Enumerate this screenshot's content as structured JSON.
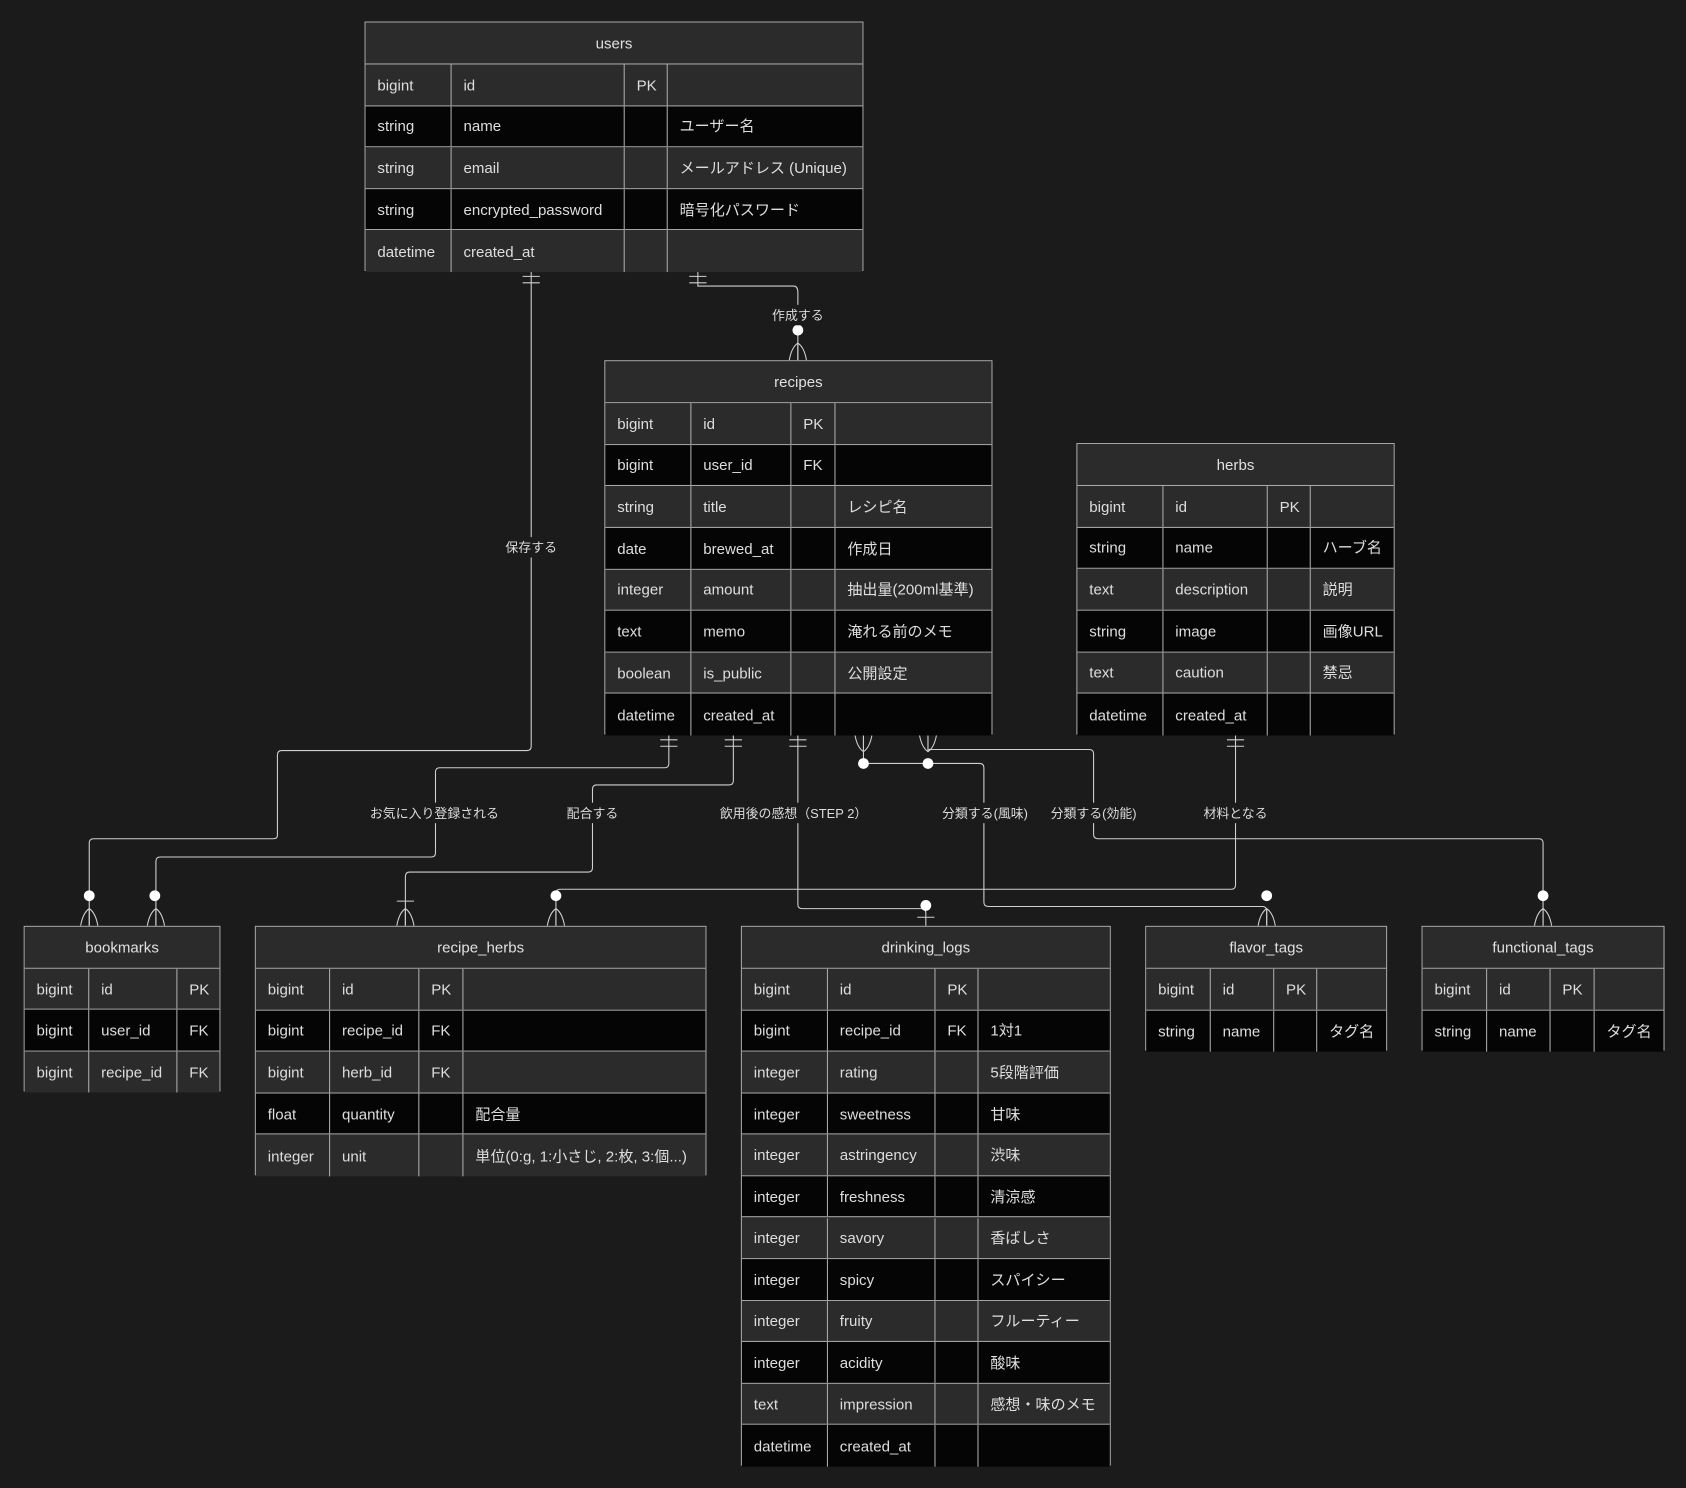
{
  "entities": [
    {
      "name": "users",
      "rows": [
        [
          "bigint",
          "id",
          "PK",
          ""
        ],
        [
          "string",
          "name",
          "",
          "ユーザー名"
        ],
        [
          "string",
          "email",
          "",
          "メールアドレス (Unique)"
        ],
        [
          "string",
          "encrypted_password",
          "",
          "暗号化パスワード"
        ],
        [
          "datetime",
          "created_at",
          "",
          ""
        ]
      ]
    },
    {
      "name": "recipes",
      "rows": [
        [
          "bigint",
          "id",
          "PK",
          ""
        ],
        [
          "bigint",
          "user_id",
          "FK",
          ""
        ],
        [
          "string",
          "title",
          "",
          "レシピ名"
        ],
        [
          "date",
          "brewed_at",
          "",
          "作成日"
        ],
        [
          "integer",
          "amount",
          "",
          "抽出量(200ml基準)"
        ],
        [
          "text",
          "memo",
          "",
          "淹れる前のメモ"
        ],
        [
          "boolean",
          "is_public",
          "",
          "公開設定"
        ],
        [
          "datetime",
          "created_at",
          "",
          ""
        ]
      ]
    },
    {
      "name": "herbs",
      "rows": [
        [
          "bigint",
          "id",
          "PK",
          ""
        ],
        [
          "string",
          "name",
          "",
          "ハーブ名"
        ],
        [
          "text",
          "description",
          "",
          "説明"
        ],
        [
          "string",
          "image",
          "",
          "画像URL"
        ],
        [
          "text",
          "caution",
          "",
          "禁忌"
        ],
        [
          "datetime",
          "created_at",
          "",
          ""
        ]
      ]
    },
    {
      "name": "bookmarks",
      "rows": [
        [
          "bigint",
          "id",
          "PK"
        ],
        [
          "bigint",
          "user_id",
          "FK"
        ],
        [
          "bigint",
          "recipe_id",
          "FK"
        ]
      ]
    },
    {
      "name": "recipe_herbs",
      "rows": [
        [
          "bigint",
          "id",
          "PK",
          ""
        ],
        [
          "bigint",
          "recipe_id",
          "FK",
          ""
        ],
        [
          "bigint",
          "herb_id",
          "FK",
          ""
        ],
        [
          "float",
          "quantity",
          "",
          "配合量"
        ],
        [
          "integer",
          "unit",
          "",
          "単位(0:g, 1:小さじ, 2:枚, 3:個...)"
        ]
      ]
    },
    {
      "name": "drinking_logs",
      "rows": [
        [
          "bigint",
          "id",
          "PK",
          ""
        ],
        [
          "bigint",
          "recipe_id",
          "FK",
          "1対1"
        ],
        [
          "integer",
          "rating",
          "",
          "5段階評価"
        ],
        [
          "integer",
          "sweetness",
          "",
          "甘味"
        ],
        [
          "integer",
          "astringency",
          "",
          "渋味"
        ],
        [
          "integer",
          "freshness",
          "",
          "清涼感"
        ],
        [
          "integer",
          "savory",
          "",
          "香ばしさ"
        ],
        [
          "integer",
          "spicy",
          "",
          "スパイシー"
        ],
        [
          "integer",
          "fruity",
          "",
          "フルーティー"
        ],
        [
          "integer",
          "acidity",
          "",
          "酸味"
        ],
        [
          "text",
          "impression",
          "",
          "感想・味のメモ"
        ],
        [
          "datetime",
          "created_at",
          "",
          ""
        ]
      ]
    },
    {
      "name": "flavor_tags",
      "rows": [
        [
          "bigint",
          "id",
          "PK",
          ""
        ],
        [
          "string",
          "name",
          "",
          "タグ名"
        ]
      ]
    },
    {
      "name": "functional_tags",
      "rows": [
        [
          "bigint",
          "id",
          "PK",
          ""
        ],
        [
          "string",
          "name",
          "",
          "タグ名"
        ]
      ]
    }
  ],
  "relationships": [
    {
      "label": "作成する",
      "from": "users",
      "to": "recipes"
    },
    {
      "label": "保存する",
      "from": "users",
      "to": "bookmarks"
    },
    {
      "label": "お気に入り登録される",
      "from": "recipes",
      "to": "bookmarks"
    },
    {
      "label": "配合する",
      "from": "recipes",
      "to": "recipe_herbs"
    },
    {
      "label": "飲用後の感想（STEP 2）",
      "from": "recipes",
      "to": "drinking_logs"
    },
    {
      "label": "分類する(風味)",
      "from": "recipes",
      "to": "flavor_tags"
    },
    {
      "label": "分類する(効能)",
      "from": "recipes",
      "to": "functional_tags"
    },
    {
      "label": "材料となる",
      "from": "herbs",
      "to": "recipe_herbs"
    }
  ],
  "colors": {
    "background": "#1b1b1b",
    "row_odd": "#2b2b2b",
    "row_even": "#050505",
    "border": "#a8a8a8",
    "text": "#dedede"
  }
}
